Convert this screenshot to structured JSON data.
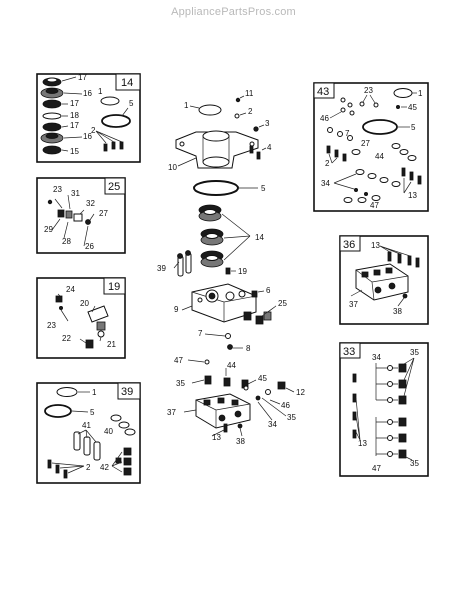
{
  "watermark": "AppliancePartsPros.com",
  "kits": {
    "k14": {
      "number": "14",
      "labels": {
        "a17": "17",
        "a16": "16",
        "b17": "17",
        "a18": "18",
        "c17": "17",
        "b16": "16",
        "a15": "15",
        "a1": "1",
        "a5": "5",
        "a2": "2"
      }
    },
    "k25": {
      "number": "25",
      "labels": {
        "a23": "23",
        "a31": "31",
        "a32": "32",
        "a27": "27",
        "a29": "29",
        "a28": "28",
        "a26": "26"
      }
    },
    "k19": {
      "number": "19",
      "labels": {
        "a24": "24",
        "a20": "20",
        "a23": "23",
        "a22": "22",
        "a21": "21"
      }
    },
    "k39": {
      "number": "39",
      "labels": {
        "a1": "1",
        "a5": "5",
        "a41": "41",
        "a40": "40",
        "a2": "2",
        "a42": "42"
      }
    },
    "k43": {
      "number": "43",
      "labels": {
        "a23": "23",
        "a1": "1",
        "a45": "45",
        "a46": "46",
        "a5": "5",
        "a7": "7",
        "a27": "27",
        "a44": "44",
        "a2": "2",
        "a34": "34",
        "a13": "13",
        "a47": "47"
      }
    },
    "k36": {
      "number": "36",
      "labels": {
        "a13": "13",
        "a37": "37",
        "a38": "38"
      }
    },
    "k33": {
      "number": "33",
      "labels": {
        "a34": "34",
        "a35": "35",
        "a13": "13",
        "a47": "47",
        "b35": "35"
      }
    }
  },
  "center": {
    "labels": {
      "c1": "1",
      "c11": "11",
      "c2": "2",
      "c3": "3",
      "c4": "4",
      "c10": "10",
      "c5": "5",
      "c14": "14",
      "c39": "39",
      "c19": "19",
      "c6": "6",
      "c9": "9",
      "c25": "25",
      "c7": "7",
      "c8": "8",
      "c47": "47",
      "c44": "44",
      "c35": "35",
      "c45": "45",
      "c12": "12",
      "c37": "37",
      "c46": "46",
      "c34": "34",
      "c35b": "35",
      "c13": "13",
      "c38": "38"
    }
  }
}
